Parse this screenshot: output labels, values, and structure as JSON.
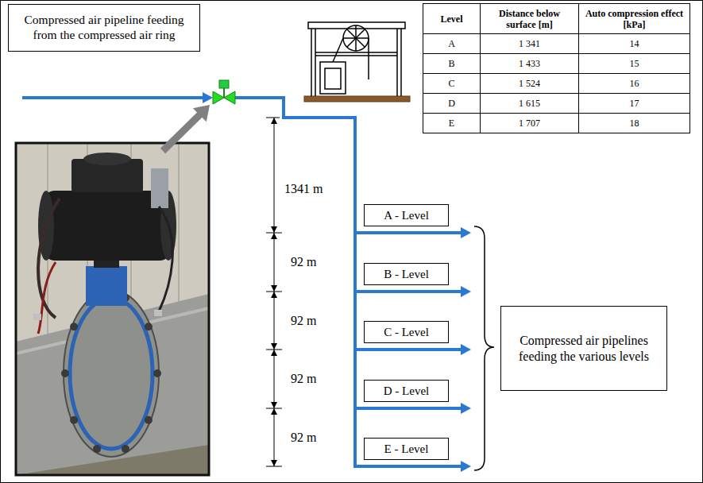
{
  "diagram": {
    "nodes": [
      {
        "text": [
          "Compressed air pipeline feeding from the compressed air ring"
        ]
      },
      {
        "text": [
          "A - Level"
        ]
      },
      {
        "text": [
          "B - Level"
        ]
      },
      {
        "text": [
          "C - Level"
        ]
      },
      {
        "text": [
          "D - Level"
        ]
      },
      {
        "text": [
          "E - Level"
        ]
      },
      {
        "text": [
          "Compressed air pipelines feeding the various levels"
        ]
      }
    ],
    "labels": [
      "Level",
      "Distance below surface [m]",
      "Auto compression effect [kPa]",
      "A",
      "1 341",
      "14",
      "B",
      "1 433",
      "15",
      "C",
      "1 524",
      "16",
      "D",
      "1 615",
      "17",
      "E",
      "1 707",
      "18",
      "1341 m",
      "92 m",
      "92 m",
      "92 m",
      "92 m"
    ]
  }
}
